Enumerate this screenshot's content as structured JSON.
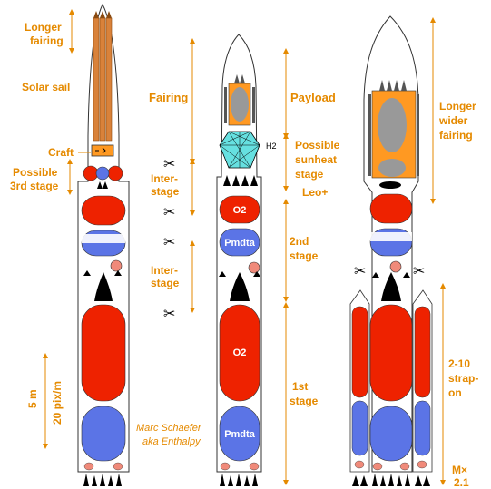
{
  "colors": {
    "ox_tank": "#ee2200",
    "fuel_tank": "#5b74e6",
    "fairing_payload": "#ff9922",
    "label": "#e58a00",
    "heat_stage": "#66e0e0"
  },
  "rocket_left": {
    "labels": {
      "longer_fairing_1": "Longer",
      "longer_fairing_2": "fairing",
      "solar_sail": "Solar sail",
      "craft": "Craft",
      "possible_3rd_1": "Possible",
      "possible_3rd_2": "3rd stage",
      "scale_m": "5 m",
      "scale_pix": "20 pix/m"
    }
  },
  "rocket_middle": {
    "labels": {
      "fairing": "Fairing",
      "inter_stage_1a": "Inter-",
      "inter_stage_1b": "stage",
      "inter_stage_2a": "Inter-",
      "inter_stage_2b": "stage",
      "payload": "Payload",
      "sunheat_1": "Possible",
      "sunheat_2": "sunheat",
      "sunheat_3": "stage",
      "leo": "Leo+",
      "h2": "H2",
      "stage2_1": "2nd",
      "stage2_2": "stage",
      "stage1_1": "1st",
      "stage1_2": "stage",
      "credit_1": "Marc Schaefer",
      "credit_2": "aka Enthalpy"
    },
    "tank_labels": {
      "o2_upper": "O2",
      "pmdta_upper": "Pmdta",
      "o2_lower": "O2",
      "pmdta_lower": "Pmdta"
    }
  },
  "rocket_right": {
    "labels": {
      "longer_wider_1": "Longer",
      "longer_wider_2": "wider",
      "longer_wider_3": "fairing",
      "strap_1": "2-10",
      "strap_2": "strap-",
      "strap_3": "on",
      "mx_1": "M×",
      "mx_2": "2.1"
    }
  }
}
